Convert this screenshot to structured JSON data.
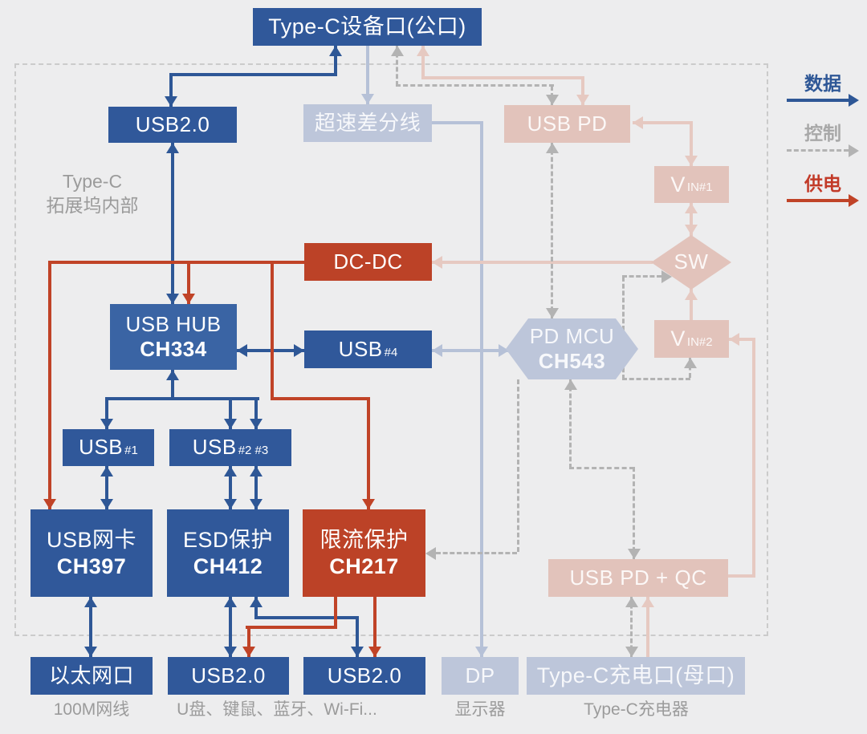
{
  "legend": {
    "data": {
      "label": "数据",
      "color": "#2E5796",
      "style": "solid"
    },
    "control": {
      "label": "控制",
      "color": "#B3B3B3",
      "style": "dashed"
    },
    "power": {
      "label": "供电",
      "color": "#C04327",
      "style": "solid"
    }
  },
  "labels": {
    "inner": {
      "line1": "Type-C",
      "line2": "拓展坞内部"
    },
    "ethernet_cable": "100M网线",
    "usb_devices": "U盘、键鼠、蓝牙、Wi-Fi...",
    "display": "显示器",
    "charger": "Type-C充电器"
  },
  "nodes": {
    "type_c_device": {
      "label": "Type-C设备口(公口)"
    },
    "usb20_top": {
      "label": "USB2.0"
    },
    "superspeed": {
      "label": "超速差分线"
    },
    "usb_pd": {
      "label": "USB PD"
    },
    "vin1": {
      "main": "V",
      "sub": "IN#1"
    },
    "dc_dc": {
      "label": "DC-DC"
    },
    "sw": {
      "label": "SW"
    },
    "usb_hub": {
      "line1": "USB HUB",
      "line2": "CH334"
    },
    "usb4": {
      "main": "USB",
      "sub": "#4"
    },
    "pd_mcu": {
      "line1": "PD MCU",
      "line2": "CH543"
    },
    "vin2": {
      "main": "V",
      "sub": "IN#2"
    },
    "usb1": {
      "main": "USB",
      "sub": "#1"
    },
    "usb23": {
      "main": "USB",
      "sub": "#2 #3"
    },
    "ch397": {
      "line1": "USB网卡",
      "line2": "CH397"
    },
    "ch412": {
      "line1": "ESD保护",
      "line2": "CH412"
    },
    "ch217": {
      "line1": "限流保护",
      "line2": "CH217"
    },
    "usb_pd_qc": {
      "label": "USB PD + QC"
    },
    "ethernet": {
      "label": "以太网口"
    },
    "usb20_b1": {
      "label": "USB2.0"
    },
    "usb20_b2": {
      "label": "USB2.0"
    },
    "dp": {
      "label": "DP"
    },
    "typec_charge": {
      "label": "Type-C充电口(母口)"
    }
  },
  "colors": {
    "background": "#EDEDEE",
    "node_blue": "#30589A",
    "node_red": "#BC4227",
    "node_pink": "#E2C3BB",
    "node_fade": "#BDC6DA",
    "line_data": "#2E5796",
    "line_control": "#B3B3B3",
    "line_power": "#C04327",
    "line_power_faded": "#E6C9C1",
    "line_data_faded": "#B6C1D7"
  }
}
